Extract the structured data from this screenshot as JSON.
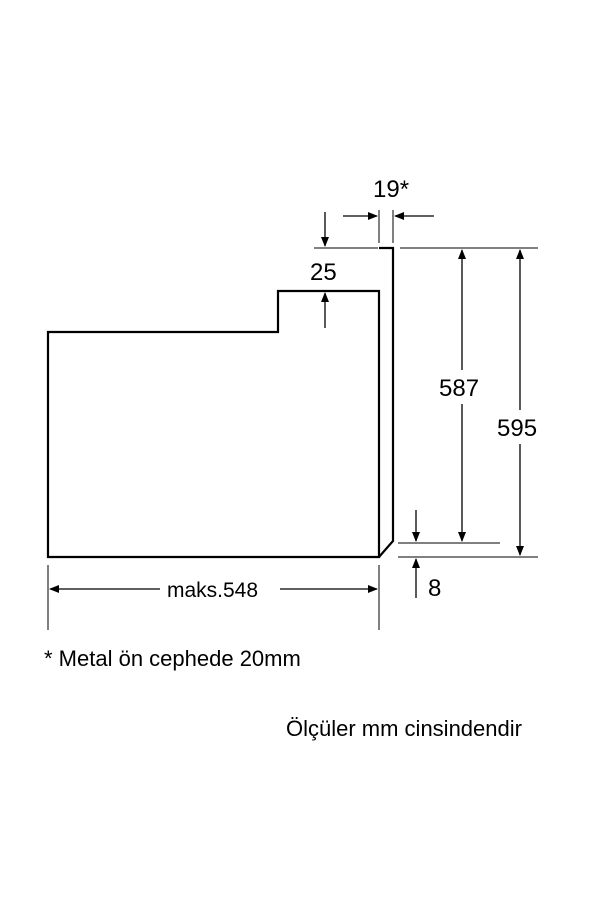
{
  "dimensions": {
    "door_thickness": "19*",
    "top_step_height": "25",
    "inner_height": "587",
    "total_height": "595",
    "bottom_offset": "8",
    "max_depth": "maks.548"
  },
  "notes": {
    "footnote": "* Metal ön cephede 20mm",
    "units": "Ölçüler mm cinsindendir"
  },
  "colors": {
    "line": "#000000",
    "background": "#ffffff"
  }
}
